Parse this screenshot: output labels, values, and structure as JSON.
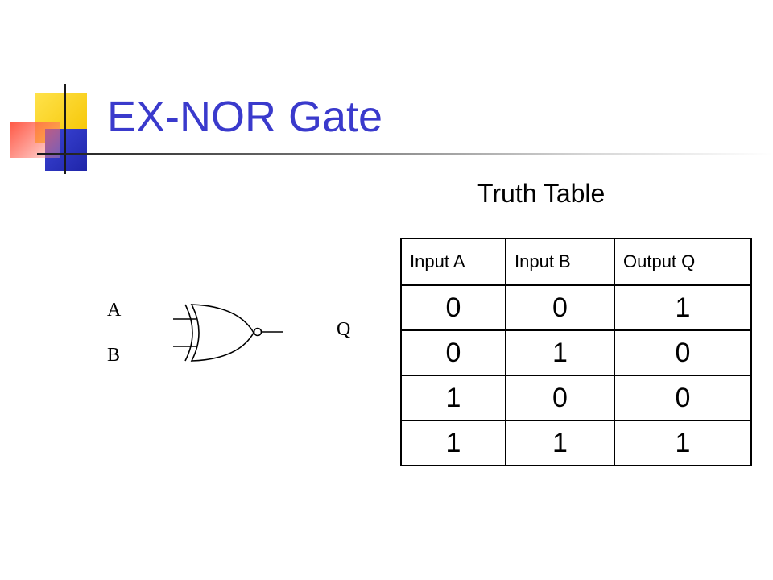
{
  "slide": {
    "title": "EX-NOR Gate",
    "subtitle": "Truth Table"
  },
  "gate": {
    "input_a_label": "A",
    "input_b_label": "B",
    "output_label": "Q"
  },
  "truth_table": {
    "headers": [
      "Input A",
      "Input B",
      "Output Q"
    ],
    "rows": [
      [
        "0",
        "0",
        "1"
      ],
      [
        "0",
        "1",
        "0"
      ],
      [
        "1",
        "0",
        "0"
      ],
      [
        "1",
        "1",
        "1"
      ]
    ]
  },
  "colors": {
    "title": "#3a3acc",
    "accent_yellow": "#f5c400",
    "accent_blue": "#1f25a8",
    "accent_red": "#ff503c"
  }
}
